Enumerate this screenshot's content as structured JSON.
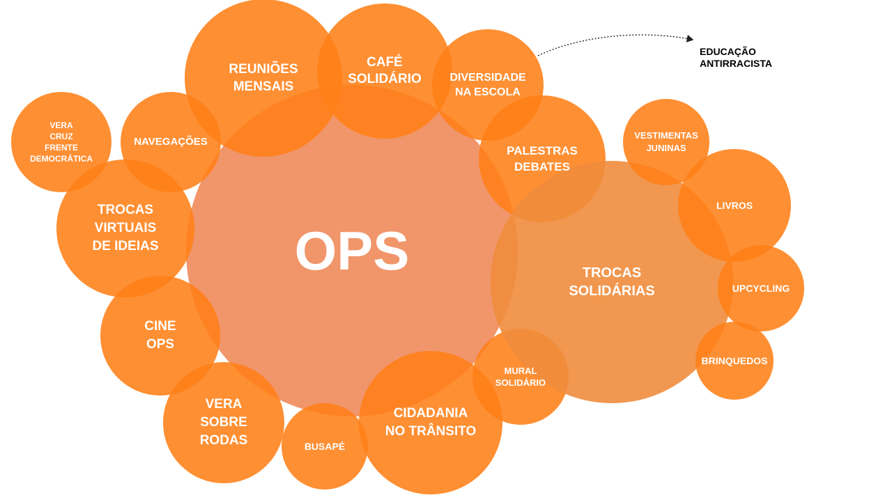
{
  "center": {
    "label": "OPS"
  },
  "bubbles": [
    {
      "id": "reunioes-mensais",
      "lines": [
        "REUNIÕES",
        "MENSAIS"
      ]
    },
    {
      "id": "cafe-solidario",
      "lines": [
        "CAFÉ",
        "SOLIDÁRIO"
      ]
    },
    {
      "id": "diversidade-na-escola",
      "lines": [
        "DIVERSIDADE",
        "NA ESCOLA"
      ]
    },
    {
      "id": "palestras-debates",
      "lines": [
        "PALESTRAS",
        "DEBATES"
      ]
    },
    {
      "id": "vera-cruz-frente-democratica",
      "lines": [
        "VERA",
        "CRUZ",
        "FRENTE",
        "DEMOCRÁTICA"
      ]
    },
    {
      "id": "navegacoes",
      "lines": [
        "NAVEGAÇÕES"
      ]
    },
    {
      "id": "trocas-virtuais-de-ideias",
      "lines": [
        "TROCAS",
        "VIRTUAIS",
        "DE IDEIAS"
      ]
    },
    {
      "id": "cine-ops",
      "lines": [
        "CINE",
        "OPS"
      ]
    },
    {
      "id": "vera-sobre-rodas",
      "lines": [
        "VERA",
        "SOBRE",
        "RODAS"
      ]
    },
    {
      "id": "busape",
      "lines": [
        "BUSAPÉ"
      ]
    },
    {
      "id": "cidadania-no-transito",
      "lines": [
        "CIDADANIA",
        "NO TRÂNSITO"
      ]
    },
    {
      "id": "mural-solidario",
      "lines": [
        "MURAL",
        "SOLIDÁRIO"
      ]
    },
    {
      "id": "trocas-solidarias",
      "lines": [
        "TROCAS",
        "SOLIDÁRIAS"
      ]
    },
    {
      "id": "vestimentas-juninas",
      "lines": [
        "VESTIMENTAS",
        "JUNINAS"
      ]
    },
    {
      "id": "livros",
      "lines": [
        "LIVROS"
      ]
    },
    {
      "id": "upcycling",
      "lines": [
        "UPCYCLING"
      ]
    },
    {
      "id": "brinquedos",
      "lines": [
        "BRINQUEDOS"
      ]
    }
  ],
  "external_label": {
    "lines": [
      "EDUCAÇÃO",
      "ANTIRRACISTA"
    ]
  },
  "colors": {
    "bubble": "#ff7f17",
    "center": "#ef8a5a",
    "trocas_solidarias": "#f08c3c",
    "text": "#ffffff",
    "external_text": "#000000"
  }
}
